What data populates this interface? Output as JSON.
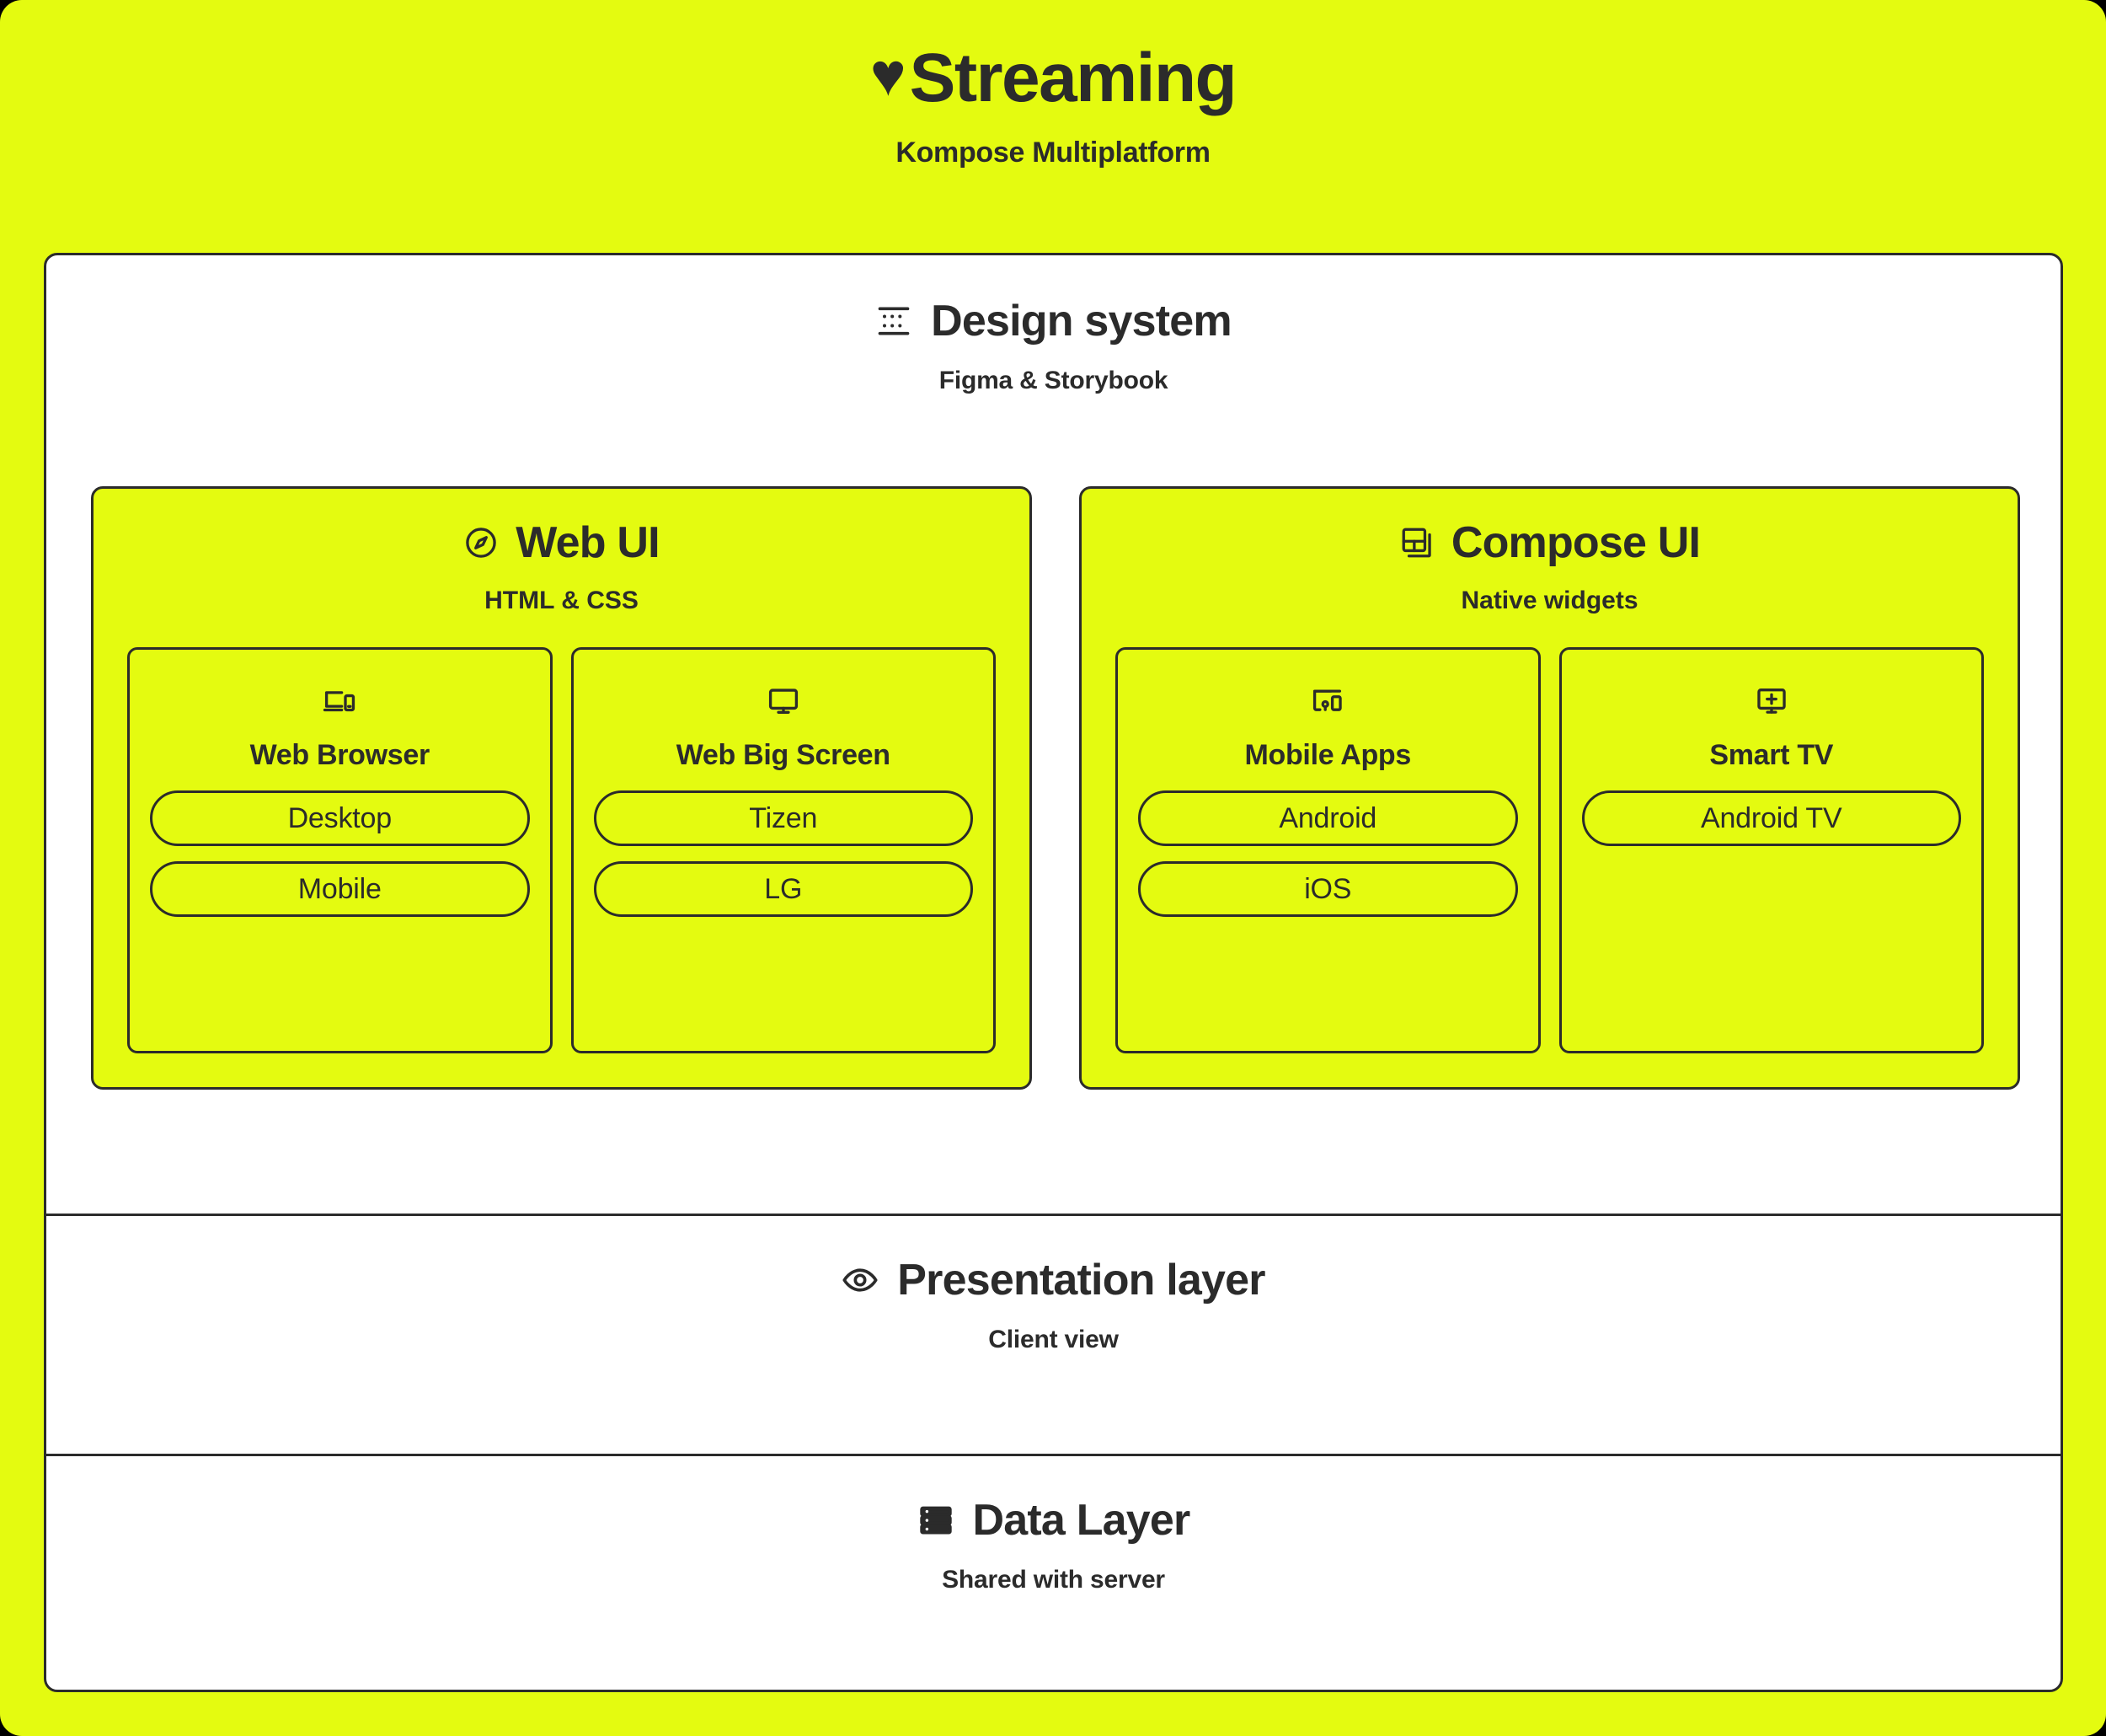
{
  "theme": {
    "accent": "#E4FB10",
    "ink": "#2B2B2B",
    "surface": "#FFFFFF"
  },
  "header": {
    "heart_icon": "heart-icon",
    "heart_glyph": "♥",
    "title": "Streaming",
    "subtitle": "Kompose Multiplatform"
  },
  "design_system": {
    "icon": "grid-dots-icon",
    "title": "Design system",
    "subtitle": "Figma & Storybook",
    "groups": [
      {
        "id": "web-ui",
        "icon": "compass-icon",
        "title": "Web UI",
        "subtitle": "HTML & CSS",
        "cards": [
          {
            "id": "web-browser",
            "icon": "laptop-phone-icon",
            "title": "Web Browser",
            "pills": [
              "Desktop",
              "Mobile"
            ]
          },
          {
            "id": "web-big-screen",
            "icon": "monitor-icon",
            "title": "Web Big Screen",
            "pills": [
              "Tizen",
              "LG"
            ]
          }
        ]
      },
      {
        "id": "compose-ui",
        "icon": "layout-dashboard-icon",
        "title": "Compose UI",
        "subtitle": "Native widgets",
        "cards": [
          {
            "id": "mobile-apps",
            "icon": "devices-icon",
            "title": "Mobile Apps",
            "pills": [
              "Android",
              "iOS"
            ]
          },
          {
            "id": "smart-tv",
            "icon": "tv-plus-icon",
            "title": "Smart TV",
            "pills": [
              "Android TV"
            ]
          }
        ]
      }
    ]
  },
  "presentation_layer": {
    "icon": "eye-icon",
    "title": "Presentation layer",
    "subtitle": "Client view"
  },
  "data_layer": {
    "icon": "server-icon",
    "title": "Data Layer",
    "subtitle": "Shared with server"
  }
}
